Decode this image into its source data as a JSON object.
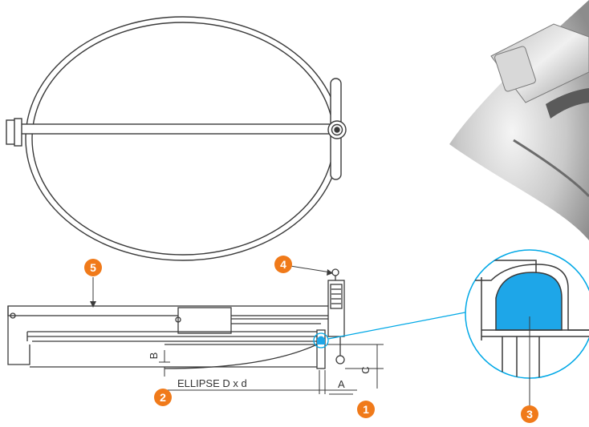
{
  "colors": {
    "line": "#3a3a3a",
    "callout": "#f07a1a",
    "highlight": "#00a8e6",
    "highlight_fill": "#1ea6e8"
  },
  "dimensions": {
    "a": "A",
    "b": "B",
    "c": "C",
    "ellipse": "ELLIPSE D x d"
  },
  "callouts": [
    "1",
    "2",
    "3",
    "4",
    "5"
  ]
}
